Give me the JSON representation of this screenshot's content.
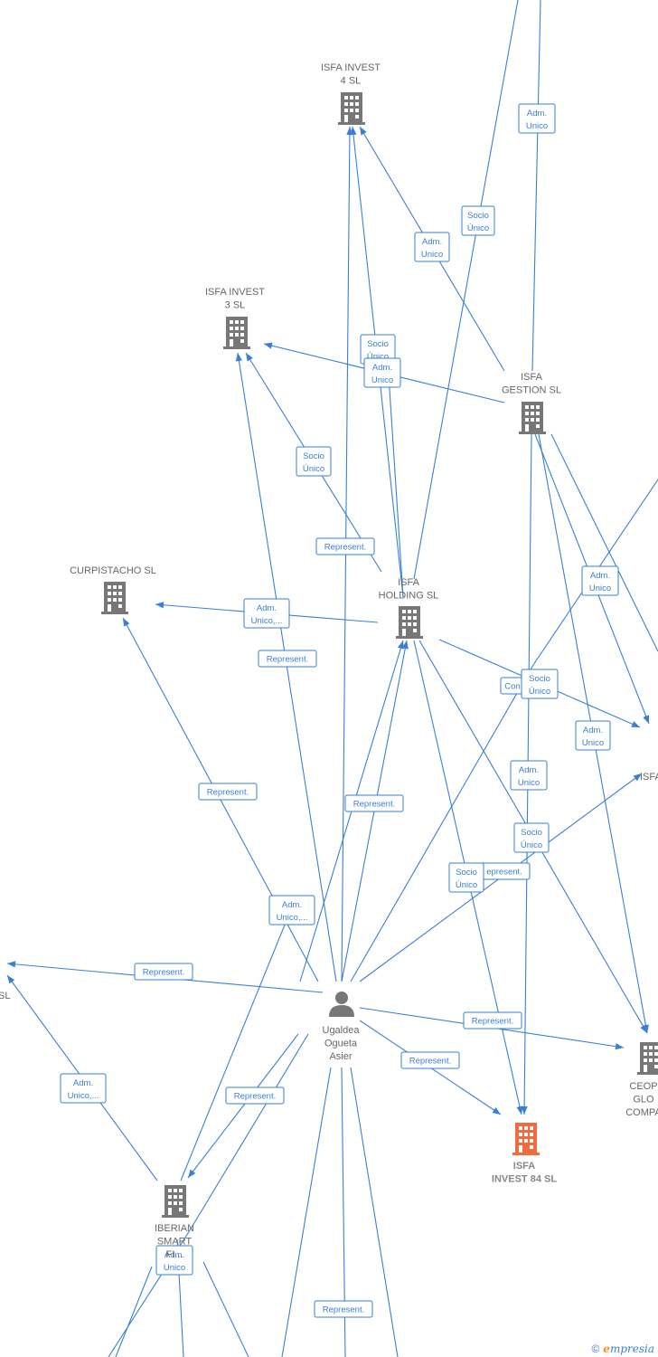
{
  "colors": {
    "edge": "#3a7fd5",
    "building": "#777777",
    "building_main": "#f26a3d",
    "person": "#777777"
  },
  "nodes": [
    {
      "id": "isfa_invest_4",
      "type": "company",
      "lines": [
        "ISFA INVEST",
        "4  SL"
      ]
    },
    {
      "id": "isfa_invest_3",
      "type": "company",
      "lines": [
        "ISFA INVEST",
        "3  SL"
      ]
    },
    {
      "id": "isfa_gestion",
      "type": "company",
      "lines": [
        "ISFA",
        "GESTION  SL"
      ]
    },
    {
      "id": "curpistacho",
      "type": "company",
      "lines": [
        "CURPISTACHO SL"
      ]
    },
    {
      "id": "isfa_holding",
      "type": "company",
      "lines": [
        "ISFA",
        "HOLDING  SL"
      ]
    },
    {
      "id": "ugaldea",
      "type": "person",
      "lines": [
        "Ugaldea",
        "Ogueta",
        "Asier"
      ]
    },
    {
      "id": "isfa_invest_84",
      "type": "company_main",
      "lines": [
        "ISFA",
        "INVEST 84  SL"
      ]
    },
    {
      "id": "ceop",
      "type": "company",
      "lines": [
        "CEOP",
        "GLO",
        "COMPA"
      ]
    },
    {
      "id": "iberian",
      "type": "company",
      "lines": [
        "IBERIAN",
        "SMART",
        "FI..."
      ]
    },
    {
      "id": "isfa_right",
      "type": "partial",
      "lines": [
        "ISFA"
      ]
    },
    {
      "id": "sl_left",
      "type": "partial",
      "lines": [
        "SL"
      ]
    }
  ],
  "edge_labels": [
    {
      "id": "l1",
      "lines": [
        "Adm.",
        "Unico"
      ]
    },
    {
      "id": "l2",
      "lines": [
        "Socio",
        "Único"
      ]
    },
    {
      "id": "l3",
      "lines": [
        "Adm.",
        "Unico"
      ]
    },
    {
      "id": "l4",
      "lines": [
        "Socio",
        "Único"
      ]
    },
    {
      "id": "l5",
      "lines": [
        "Adm.",
        "Unico"
      ]
    },
    {
      "id": "l6",
      "lines": [
        "Socio",
        "Único"
      ]
    },
    {
      "id": "l7",
      "lines": [
        "Represent."
      ]
    },
    {
      "id": "l8",
      "lines": [
        "Adm.",
        "Unico,..."
      ]
    },
    {
      "id": "l9",
      "lines": [
        "Represent."
      ]
    },
    {
      "id": "l10",
      "lines": [
        "Adm.",
        "Unico"
      ]
    },
    {
      "id": "l11",
      "lines": [
        "Con"
      ]
    },
    {
      "id": "l12",
      "lines": [
        "Socio",
        "Único"
      ]
    },
    {
      "id": "l13",
      "lines": [
        "Adm.",
        "Unico"
      ]
    },
    {
      "id": "l14",
      "lines": [
        "Adm.",
        "Unico"
      ]
    },
    {
      "id": "l15",
      "lines": [
        "Represent."
      ]
    },
    {
      "id": "l16",
      "lines": [
        "Represent."
      ]
    },
    {
      "id": "l17",
      "lines": [
        "Socio",
        "Único"
      ]
    },
    {
      "id": "l18",
      "lines": [
        "epresent."
      ]
    },
    {
      "id": "l19",
      "lines": [
        "Socio",
        "Único"
      ]
    },
    {
      "id": "l20",
      "lines": [
        "Adm.",
        "Unico,..."
      ]
    },
    {
      "id": "l21",
      "lines": [
        "Represent."
      ]
    },
    {
      "id": "l22",
      "lines": [
        "Represent."
      ]
    },
    {
      "id": "l23",
      "lines": [
        "Represent."
      ]
    },
    {
      "id": "l24",
      "lines": [
        "Adm.",
        "Unico,..."
      ]
    },
    {
      "id": "l25",
      "lines": [
        "Represent."
      ]
    },
    {
      "id": "l26",
      "lines": [
        "Adm.",
        "Unico"
      ]
    },
    {
      "id": "l27",
      "lines": [
        "Represent."
      ]
    }
  ],
  "brand": {
    "copyright": "©",
    "first_letter": "e",
    "rest": "mpresia"
  }
}
